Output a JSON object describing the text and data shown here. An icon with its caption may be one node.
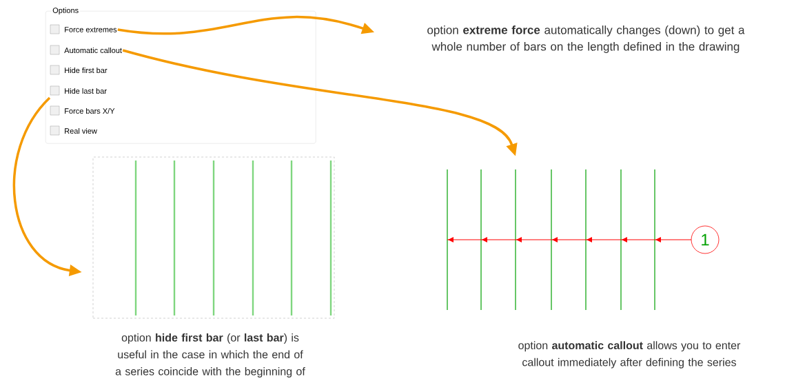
{
  "diagram": {
    "nodes": [
      {
        "text": [
          "Options"
        ]
      },
      {
        "text": [
          "Force extremes"
        ],
        "in": 0
      },
      {
        "text": [
          "Automatic callout"
        ],
        "in": 0
      },
      {
        "text": [
          "Hide first bar"
        ],
        "in": 0
      },
      {
        "text": [
          "Hide last bar"
        ],
        "in": 0
      },
      {
        "text": [
          "Force bars X/Y"
        ],
        "in": 0
      },
      {
        "text": [
          "Real view"
        ],
        "in": 0
      },
      {
        "text": [
          "option **extreme force** automatically changes (down) to get a whole number of bars on the length defined in the drawing"
        ]
      },
      {
        "text": [],
        "shape": "picture",
        "beside": [
          "option **hide first bar** (or **last bar**) is useful in the case in which the end of a series coincide with the beginning of"
        ]
      },
      {
        "text": [],
        "shape": "picture",
        "beside": [
          "option **automatic callout** allows you to enter callout immediately after defining the series"
        ]
      }
    ],
    "edges": [
      {
        "from": 1,
        "to": 7,
        "arrow": "to"
      },
      {
        "from": 2,
        "to": 9,
        "arrow": "to"
      },
      {
        "from": 4,
        "to": 8,
        "arrow": "to"
      }
    ],
    "labels": [
      "1"
    ]
  }
}
